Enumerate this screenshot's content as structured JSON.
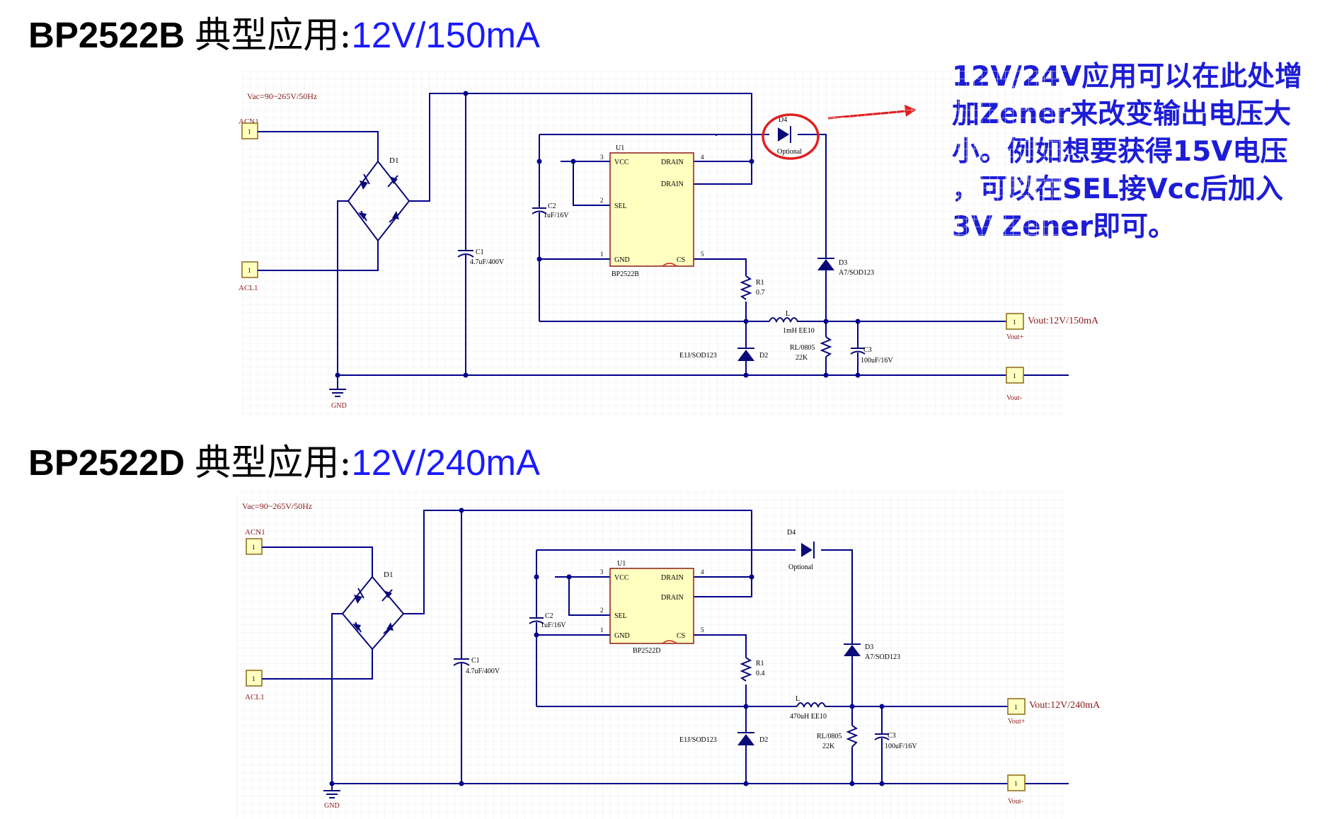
{
  "slides": [
    {
      "part": "BP2522B",
      "cn": "典型应用:",
      "spec": "12V/150mA",
      "vac": "Vac=90~265V/50Hz",
      "acn1": "ACN1",
      "acl1": "ACL1",
      "pin": "1",
      "d1": "D1",
      "c1": "C1",
      "c1_val": "4.7uF/400V",
      "c2": "C2",
      "c2_val": "1uF/16V",
      "u1": "U1",
      "chip": "BP2522B",
      "pins": {
        "p3": "3",
        "p4": "4",
        "p2": "2",
        "p1": "1",
        "p5": "5"
      },
      "pinnames": {
        "vcc": "VCC",
        "drain1": "DRAIN",
        "drain2": "DRAIN",
        "sel": "SEL",
        "gnd": "GND",
        "cs": "CS"
      },
      "d4": "D4",
      "d4_val": "Optional",
      "d3": "D3",
      "d3_val": "A7/SOD123",
      "r1": "R1",
      "r1_val": "0.7",
      "l": "L",
      "l_val": "1mH EE10",
      "d2": "D2",
      "d2_val": "E1J/SOD123",
      "rl": "RL/0805",
      "rl_val": "22K",
      "c3": "C3",
      "c3_val": "100uF/16V",
      "vout": "Vout:12V/150mA",
      "voutp": "Vout+",
      "voutm": "Vout-",
      "gnd": "GND"
    },
    {
      "part": "BP2522D",
      "cn": "典型应用:",
      "spec": "12V/240mA",
      "vac": "Vac=90~265V/50Hz",
      "acn1": "ACN1",
      "acl1": "ACL1",
      "pin": "1",
      "d1": "D1",
      "c1": "C1",
      "c1_val": "4.7uF/400V",
      "c2": "C2",
      "c2_val": "1uF/16V",
      "u1": "U1",
      "chip": "BP2522D",
      "pins": {
        "p3": "3",
        "p4": "4",
        "p2": "2",
        "p1": "1",
        "p5": "5"
      },
      "pinnames": {
        "vcc": "VCC",
        "drain1": "DRAIN",
        "drain2": "DRAIN",
        "sel": "SEL",
        "gnd": "GND",
        "cs": "CS"
      },
      "d4": "D4",
      "d4_val": "Optional",
      "d3": "D3",
      "d3_val": "A7/SOD123",
      "r1": "R1",
      "r1_val": "0.4",
      "l": "L",
      "l_val": "470uH EE10",
      "d2": "D2",
      "d2_val": "E1J/SOD123",
      "rl": "RL/0805",
      "rl_val": "22K",
      "c3": "C3",
      "c3_val": "100uF/16V",
      "vout": "Vout:12V/240mA",
      "voutp": "Vout+",
      "voutm": "Vout-",
      "gnd": "GND"
    }
  ],
  "note": {
    "lines": [
      "12V/24V应用可以在此处增",
      "加Zener来改变输出电压大",
      "小。例如想要获得15V电压",
      "，可以在SEL接Vcc后加入",
      "3V Zener即可。"
    ]
  },
  "colors": {
    "wire": "#00008b",
    "component": "#0a0a78",
    "label": "#8b1a1a",
    "pin_fill": "#ffffc0",
    "pin_stroke": "#8b6914",
    "chip_fill": "#ffffc0",
    "grid": "#ececec",
    "highlight": "#e02020",
    "note_text": "#1d1dd6",
    "title_spec": "#1a1aff"
  }
}
